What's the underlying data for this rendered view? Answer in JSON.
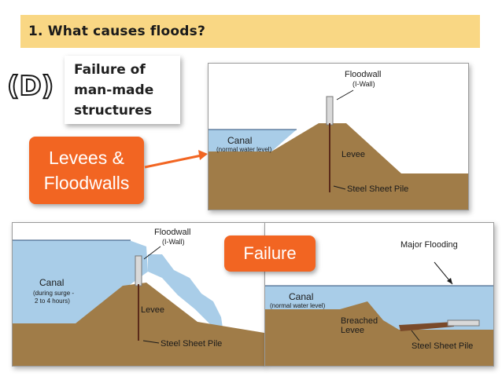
{
  "header": {
    "title": "1. What causes floods?"
  },
  "badge": {
    "letter": "D"
  },
  "subtitle": {
    "lines": [
      "Failure of",
      "man-made",
      "structures"
    ]
  },
  "callouts": {
    "levees": [
      "Levees &",
      "Floodwalls"
    ],
    "failure": "Failure"
  },
  "diagram_normal": {
    "floodwall": "Floodwall",
    "iwall": "(I-Wall)",
    "canal": "Canal",
    "canal_sub": "(normal water level)",
    "levee": "Levee",
    "pile": "Steel Sheet Pile"
  },
  "diagram_surge": {
    "floodwall": "Floodwall",
    "iwall": "(I-Wall)",
    "canal": "Canal",
    "canal_sub1": "(during surge -",
    "canal_sub2": "2 to 4 hours)",
    "levee": "Levee",
    "pile": "Steel Sheet Pile"
  },
  "diagram_breach": {
    "flooding": "Major Flooding",
    "canal": "Canal",
    "canal_sub": "(normal water level)",
    "breached1": "Breached",
    "breached2": "Levee",
    "pile": "Steel Sheet Pile"
  },
  "colors": {
    "header_bg": "#f9d784",
    "callout": "#f26522",
    "water": "#a9cde8",
    "soil": "#a07c48"
  }
}
